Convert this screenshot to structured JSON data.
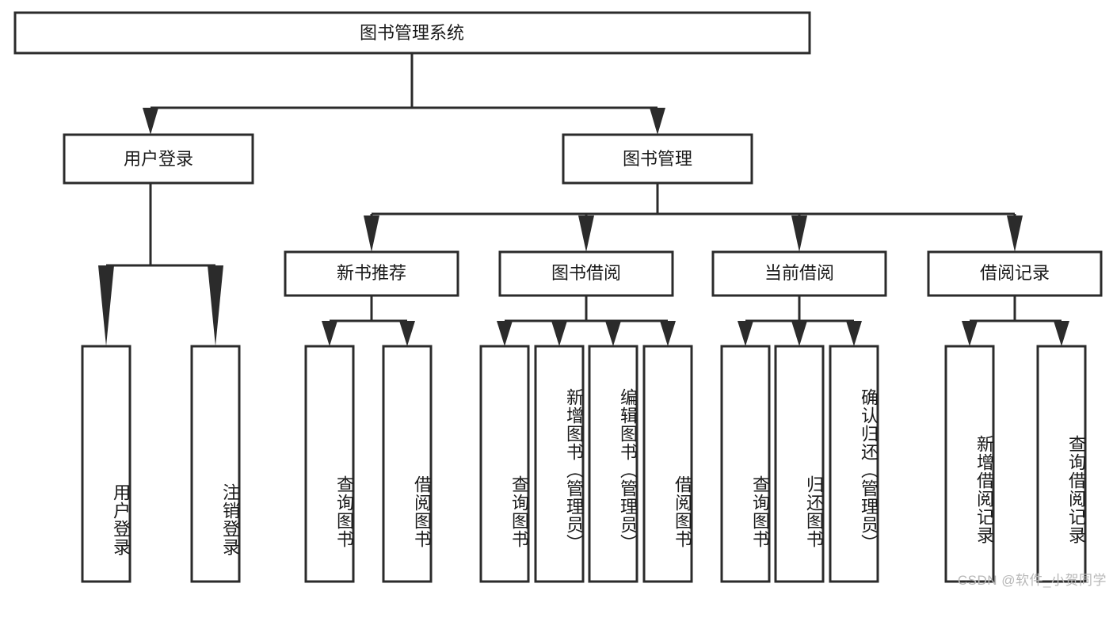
{
  "diagram": {
    "title": "图书管理系统",
    "type": "hierarchy-tree",
    "orientation": "top-down",
    "levels": 4,
    "root": {
      "label": "图书管理系统",
      "text_direction": "horizontal"
    },
    "level2": [
      {
        "label": "用户登录",
        "text_direction": "horizontal"
      },
      {
        "label": "图书管理",
        "text_direction": "horizontal"
      }
    ],
    "level3": [
      {
        "label": "新书推荐",
        "text_direction": "horizontal",
        "parent": "图书管理"
      },
      {
        "label": "图书借阅",
        "text_direction": "horizontal",
        "parent": "图书管理"
      },
      {
        "label": "当前借阅",
        "text_direction": "horizontal",
        "parent": "图书管理"
      },
      {
        "label": "借阅记录",
        "text_direction": "horizontal",
        "parent": "图书管理"
      }
    ],
    "leaves": [
      {
        "label": "用户登录",
        "text_direction": "vertical",
        "parent": "用户登录"
      },
      {
        "label": "注销登录",
        "text_direction": "vertical",
        "parent": "用户登录"
      },
      {
        "label": "查询图书",
        "text_direction": "vertical",
        "parent": "新书推荐"
      },
      {
        "label": "借阅图书",
        "text_direction": "vertical",
        "parent": "新书推荐"
      },
      {
        "label": "查询图书",
        "text_direction": "vertical",
        "parent": "图书借阅"
      },
      {
        "label": "新增图书（管理员）",
        "text_direction": "vertical",
        "parent": "图书借阅"
      },
      {
        "label": "编辑图书（管理员）",
        "text_direction": "vertical",
        "parent": "图书借阅"
      },
      {
        "label": "借阅图书",
        "text_direction": "vertical",
        "parent": "图书借阅"
      },
      {
        "label": "查询图书",
        "text_direction": "vertical",
        "parent": "当前借阅"
      },
      {
        "label": "归还图书",
        "text_direction": "vertical",
        "parent": "当前借阅"
      },
      {
        "label": "确认归还（管理员）",
        "text_direction": "vertical",
        "parent": "当前借阅"
      },
      {
        "label": "新增借阅记录",
        "text_direction": "vertical",
        "parent": "借阅记录"
      },
      {
        "label": "查询借阅记录",
        "text_direction": "vertical",
        "parent": "借阅记录"
      }
    ],
    "colors": {
      "box_stroke": "#2b2b2b",
      "box_fill": "#ffffff",
      "connector": "#2b2b2b",
      "text": "#1a1a1a",
      "background": "#ffffff",
      "watermark": "#b8b8b8"
    }
  },
  "watermark": {
    "text": "CSDN @软件_小贺同学"
  }
}
